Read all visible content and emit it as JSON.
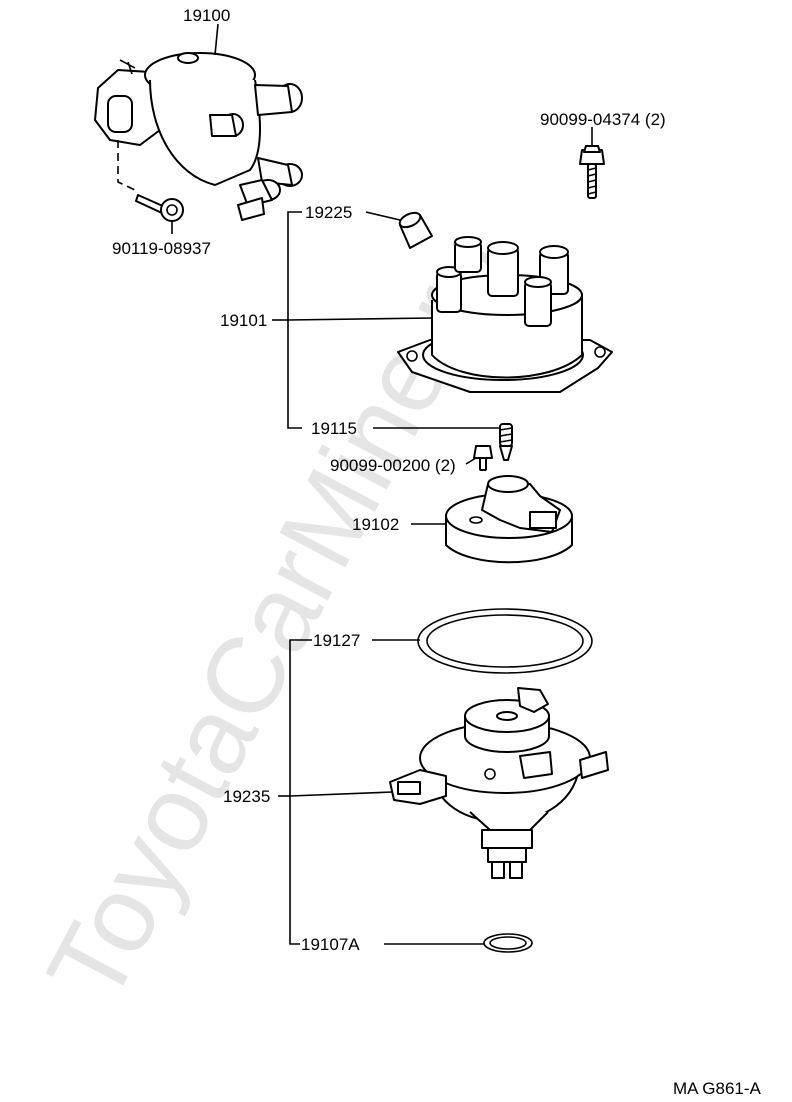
{
  "watermark": "ToyotaCarMine.ru",
  "drawing_id": "MA G861-A",
  "parts": {
    "p19100": "19100",
    "p90119": "90119-08937",
    "p90099a": "90099-04374 (2)",
    "p19225": "19225",
    "p19101": "19101",
    "p19115": "19115",
    "p90099b": "90099-00200 (2)",
    "p19102": "19102",
    "p19127": "19127",
    "p19235": "19235",
    "p19107": "19107A"
  }
}
